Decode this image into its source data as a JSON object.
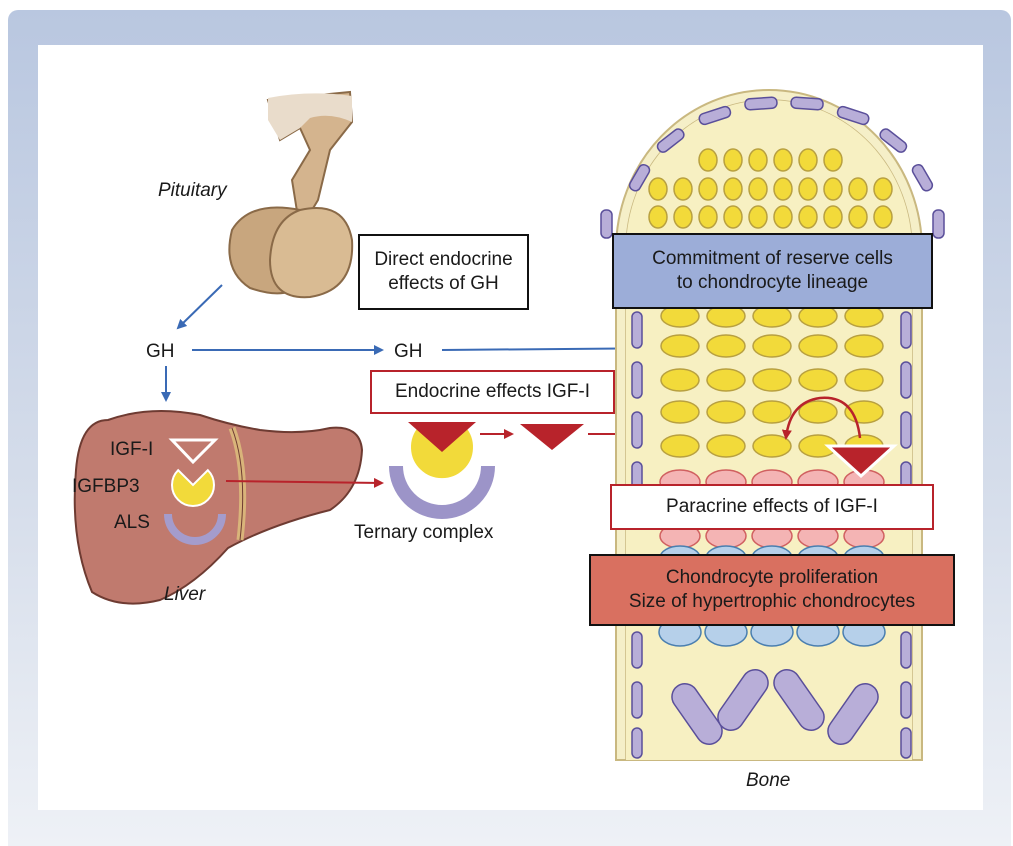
{
  "labels": {
    "pituitary": "Pituitary",
    "gh_left": "GH",
    "gh_middle": "GH",
    "igf1": "IGF-I",
    "igfbp3": "IGFBP3",
    "als": "ALS",
    "liver": "Liver",
    "ternary_complex": "Ternary complex",
    "bone": "Bone"
  },
  "boxes": {
    "direct_endocrine": [
      "Direct endocrine",
      "effects of GH"
    ],
    "endocrine_igf1": "Endocrine effects IGF-I",
    "commitment": [
      "Commitment of reserve cells",
      "to chondrocyte lineage"
    ],
    "paracrine": "Paracrine effects of IGF-I",
    "proliferation": [
      "Chondrocyte proliferation",
      "Size of hypertrophic chondrocytes"
    ]
  },
  "colors": {
    "gh_arrow": "#3a6ab5",
    "igf_arrow": "#b8232b",
    "liver": "#c07a6e",
    "pituitary": "#d4b48e",
    "commitment_box": "#9cadd8",
    "proliferation_box": "#d97060",
    "yellow_cell": "#f2da3a",
    "pink_cell": "#f4b4b4",
    "blue_cell": "#b6d0ea",
    "purple_cell": "#b8aed8",
    "bone_bg": "#f5efc8"
  }
}
